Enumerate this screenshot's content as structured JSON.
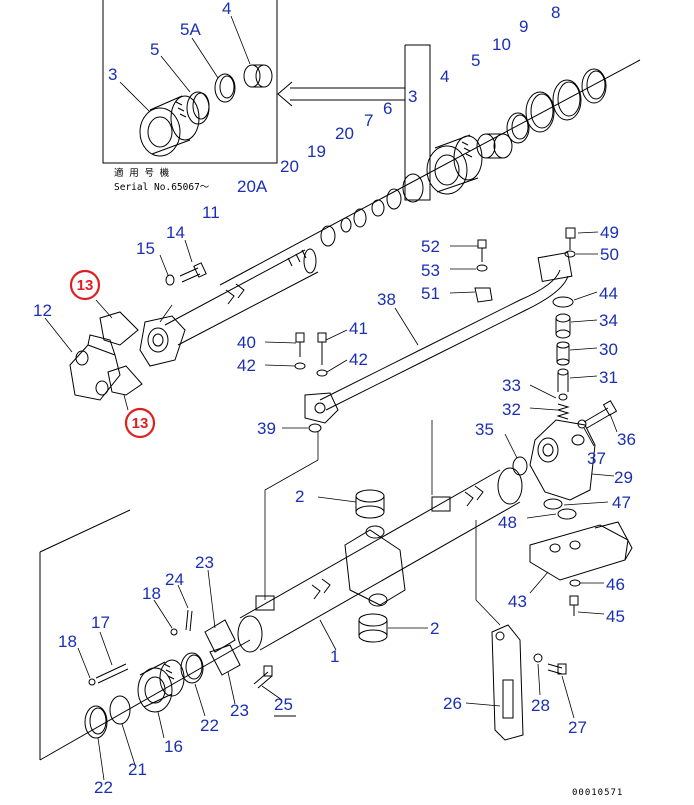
{
  "labels": {
    "p1": "1",
    "p2a": "2",
    "p2b": "2",
    "p3a": "3",
    "p3b": "3",
    "p4a": "4",
    "p4b": "4",
    "p5a": "5",
    "p5b": "5",
    "p5A": "5A",
    "p6": "6",
    "p7": "7",
    "p8": "8",
    "p9": "9",
    "p10": "10",
    "p11": "11",
    "p12": "12",
    "p13a": "13",
    "p13b": "13",
    "p14": "14",
    "p15": "15",
    "p16": "16",
    "p17": "17",
    "p18a": "18",
    "p18b": "18",
    "p19": "19",
    "p20a": "20",
    "p20b": "20",
    "p20A": "20A",
    "p21": "21",
    "p22a": "22",
    "p22b": "22",
    "p23a": "23",
    "p23b": "23",
    "p24": "24",
    "p25": "25",
    "p26": "26",
    "p27": "27",
    "p28": "28",
    "p29": "29",
    "p30": "30",
    "p31": "31",
    "p32": "32",
    "p33": "33",
    "p34": "34",
    "p35": "35",
    "p36": "36",
    "p37": "37",
    "p38": "38",
    "p39": "39",
    "p40": "40",
    "p41": "41",
    "p42a": "42",
    "p42b": "42",
    "p43": "43",
    "p44": "44",
    "p45": "45",
    "p46": "46",
    "p47": "47",
    "p48": "48",
    "p49": "49",
    "p50": "50",
    "p51": "51",
    "p52": "52",
    "p53": "53"
  },
  "inset_note": {
    "line1": "適 用 号 機",
    "line2": "Serial No.65067～"
  },
  "drawing_number": "00010571",
  "colors": {
    "label": "#1a2fb5",
    "highlight": "#e02020",
    "line": "#000000"
  }
}
